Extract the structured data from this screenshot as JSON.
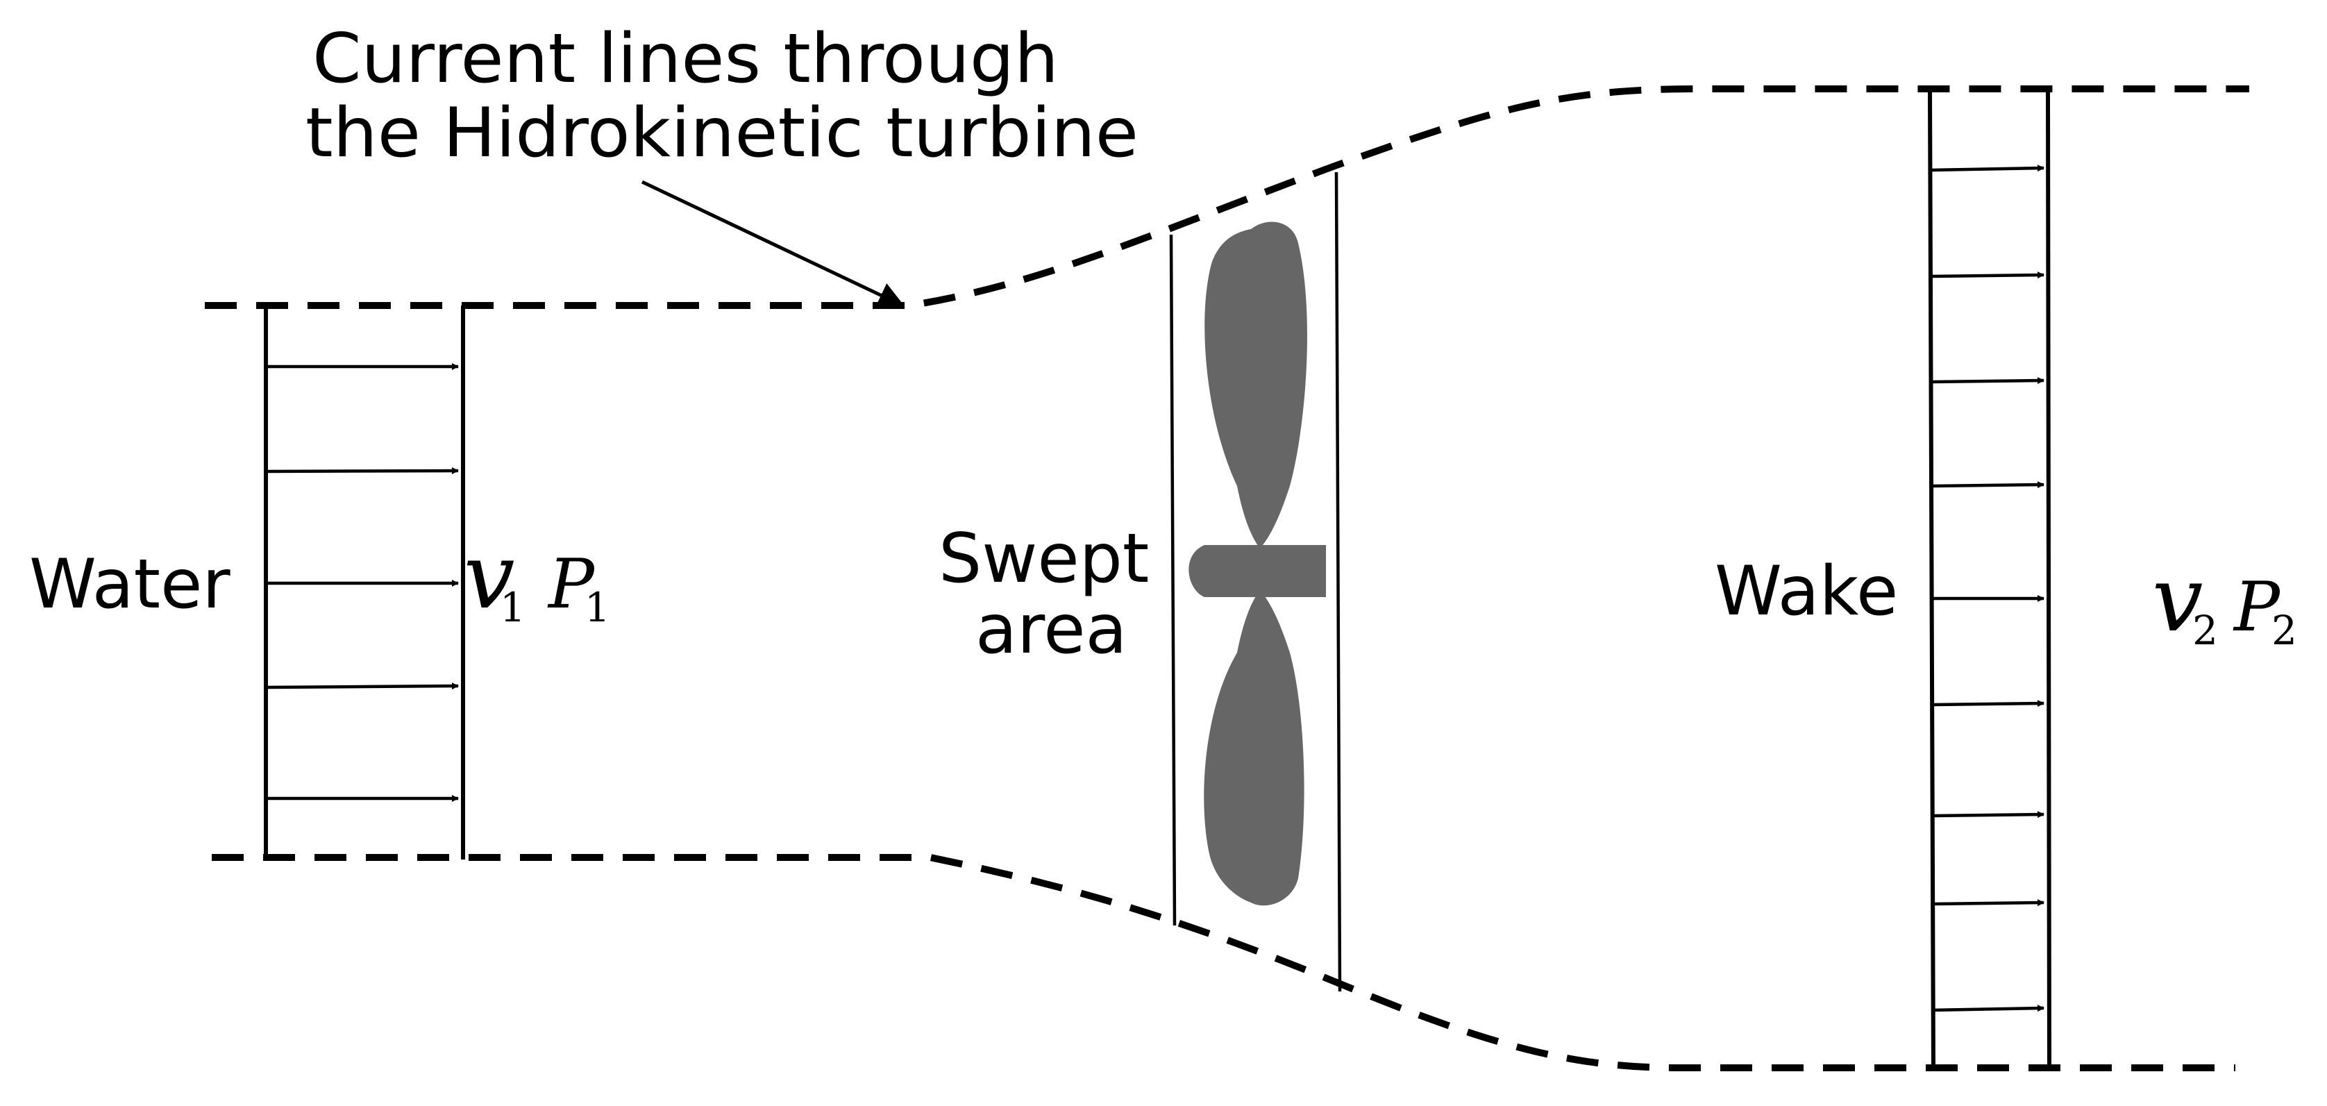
{
  "annotation": {
    "line1": "Current lines through",
    "line2": "the Hidrokinetic turbine"
  },
  "inlet": {
    "label": "Water",
    "velocity_symbol": "v",
    "velocity_subscript": "1",
    "pressure_symbol": "P",
    "pressure_subscript": "1"
  },
  "rotor": {
    "label_line1": "Swept",
    "label_line2": "area"
  },
  "outlet": {
    "label": "Wake",
    "velocity_symbol": "v",
    "velocity_subscript": "2",
    "pressure_symbol": "P",
    "pressure_subscript": "2"
  },
  "colors": {
    "lines": "#000000",
    "turbine": "#666666",
    "background": "#ffffff"
  }
}
